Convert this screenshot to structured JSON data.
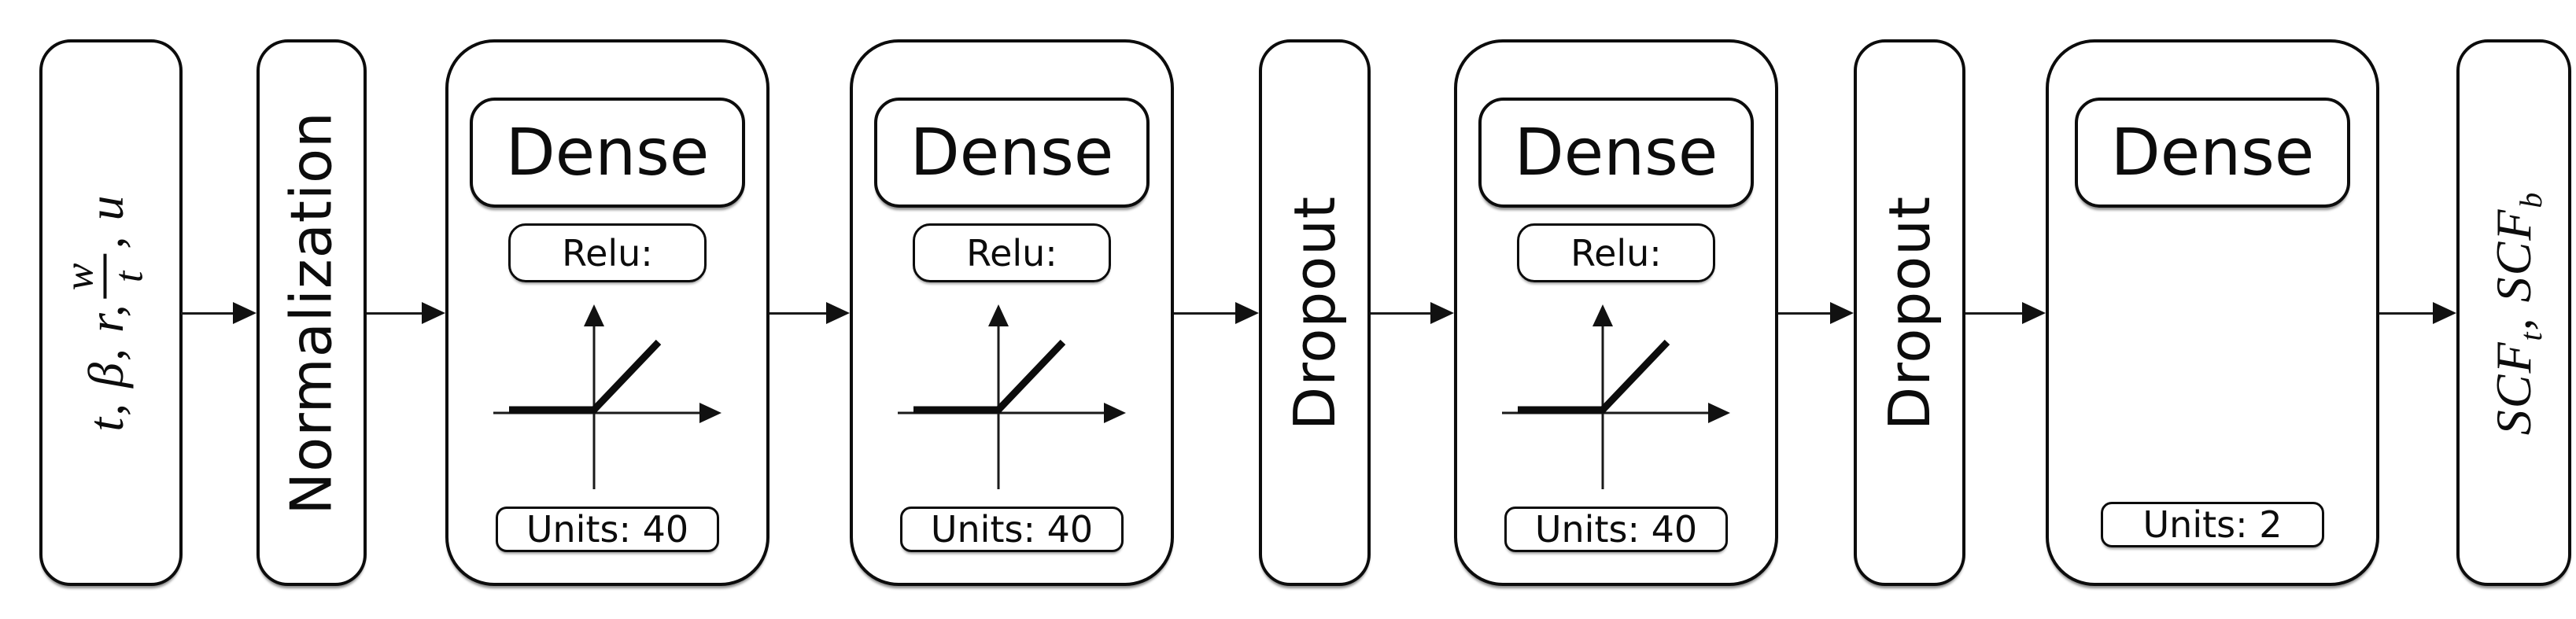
{
  "colors": {
    "background": "#ffffff",
    "stroke": "#0c0c0c",
    "arrow": "#111111"
  },
  "icons": {
    "relu_plot": "relu-activation-curve",
    "flow_arrow": "right-arrow"
  },
  "nodes": {
    "input": {
      "pre": "t, β, r,",
      "frac_num": "w",
      "frac_den": "t",
      "post": ", u"
    },
    "normalization": {
      "label": "Normalization"
    },
    "dense1": {
      "title": "Dense",
      "activation": "Relu:",
      "units": "Units: 40"
    },
    "dense2": {
      "title": "Dense",
      "activation": "Relu:",
      "units": "Units: 40"
    },
    "dropout1": {
      "label": "Dropout"
    },
    "dense3": {
      "title": "Dense",
      "activation": "Relu:",
      "units": "Units: 40"
    },
    "dropout2": {
      "label": "Dropout"
    },
    "dense4": {
      "title": "Dense",
      "units": "Units: 2"
    },
    "output": {
      "base1": "SCF",
      "sub1": "t",
      "sep": ", ",
      "base2": "SCF",
      "sub2": "b"
    }
  }
}
